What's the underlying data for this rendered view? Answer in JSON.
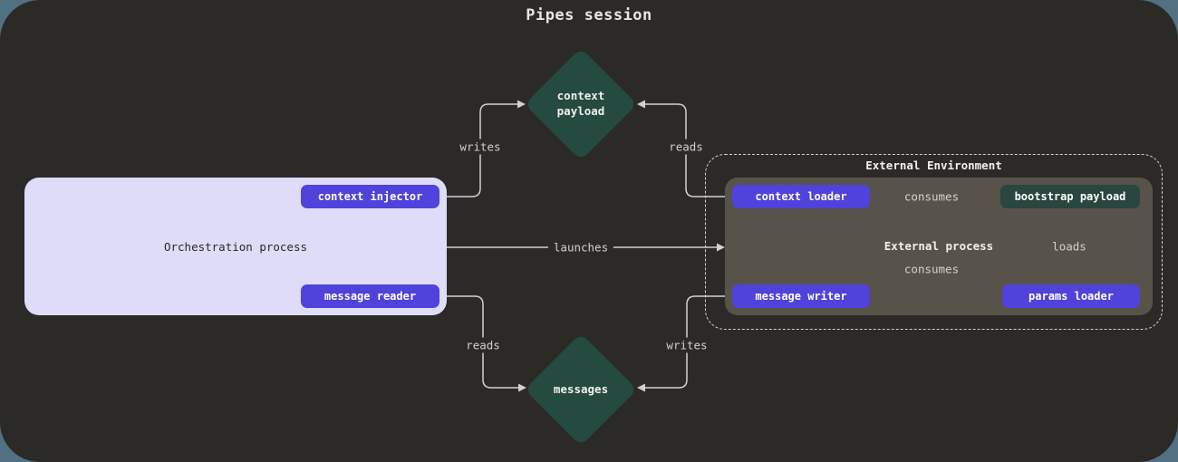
{
  "title": "Pipes session",
  "colors": {
    "page_bg": "#517183",
    "canvas_bg": "#2b2a27",
    "accent_indigo": "#4f43dc",
    "diamond_green": "#254a40",
    "bootstrap_green": "#2a463e",
    "orchestration_bg": "#dedcf9",
    "external_process_bg": "#57534b",
    "line": "#d3d1cd"
  },
  "diamonds": {
    "context_payload": "context\npayload",
    "messages": "messages"
  },
  "orchestration": {
    "label": "Orchestration process",
    "context_injector": "context injector",
    "message_reader": "message reader"
  },
  "external": {
    "env_label": "External Environment",
    "process_label": "External process",
    "context_loader": "context loader",
    "bootstrap_payload": "bootstrap payload",
    "message_writer": "message writer",
    "params_loader": "params loader"
  },
  "edge_labels": {
    "writes_top": "writes",
    "reads_top": "reads",
    "launches": "launches",
    "reads_bottom": "reads",
    "writes_bottom": "writes",
    "consumes_top": "consumes",
    "consumes_bottom": "consumes",
    "loads": "loads"
  }
}
